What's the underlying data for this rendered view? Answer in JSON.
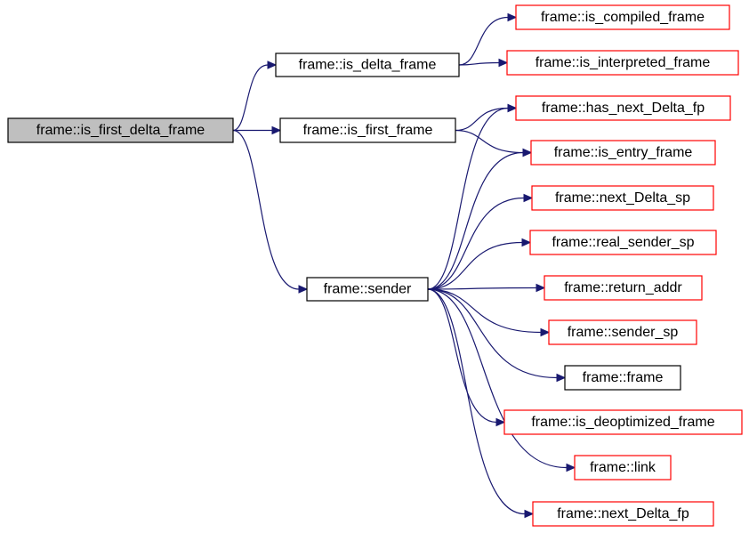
{
  "diagram": {
    "colors": {
      "edge": "#191970",
      "root_fill": "#bfbfbf",
      "root_border": "#000000",
      "documented_border": "#000000",
      "undocumented_border": "#ff0000",
      "node_fill": "#ffffff"
    },
    "nodes": [
      {
        "id": "n0",
        "label": "frame::is_first_delta_frame",
        "kind": "root"
      },
      {
        "id": "n1",
        "label": "frame::is_delta_frame",
        "kind": "documented"
      },
      {
        "id": "n2",
        "label": "frame::is_first_frame",
        "kind": "documented"
      },
      {
        "id": "n3",
        "label": "frame::sender",
        "kind": "documented"
      },
      {
        "id": "n4",
        "label": "frame::is_compiled_frame",
        "kind": "undocumented"
      },
      {
        "id": "n5",
        "label": "frame::is_interpreted_frame",
        "kind": "undocumented"
      },
      {
        "id": "n6",
        "label": "frame::has_next_Delta_fp",
        "kind": "undocumented"
      },
      {
        "id": "n7",
        "label": "frame::is_entry_frame",
        "kind": "undocumented"
      },
      {
        "id": "n8",
        "label": "frame::next_Delta_sp",
        "kind": "undocumented"
      },
      {
        "id": "n9",
        "label": "frame::real_sender_sp",
        "kind": "undocumented"
      },
      {
        "id": "n10",
        "label": "frame::return_addr",
        "kind": "undocumented"
      },
      {
        "id": "n11",
        "label": "frame::sender_sp",
        "kind": "undocumented"
      },
      {
        "id": "n12",
        "label": "frame::frame",
        "kind": "documented"
      },
      {
        "id": "n13",
        "label": "frame::is_deoptimized_frame",
        "kind": "undocumented"
      },
      {
        "id": "n14",
        "label": "frame::link",
        "kind": "undocumented"
      },
      {
        "id": "n15",
        "label": "frame::next_Delta_fp",
        "kind": "undocumented"
      }
    ],
    "edges": [
      [
        "n0",
        "n1"
      ],
      [
        "n0",
        "n2"
      ],
      [
        "n0",
        "n3"
      ],
      [
        "n1",
        "n4"
      ],
      [
        "n1",
        "n5"
      ],
      [
        "n2",
        "n6"
      ],
      [
        "n2",
        "n7"
      ],
      [
        "n3",
        "n6"
      ],
      [
        "n3",
        "n7"
      ],
      [
        "n3",
        "n8"
      ],
      [
        "n3",
        "n9"
      ],
      [
        "n3",
        "n10"
      ],
      [
        "n3",
        "n11"
      ],
      [
        "n3",
        "n12"
      ],
      [
        "n3",
        "n13"
      ],
      [
        "n3",
        "n14"
      ],
      [
        "n3",
        "n15"
      ]
    ]
  }
}
